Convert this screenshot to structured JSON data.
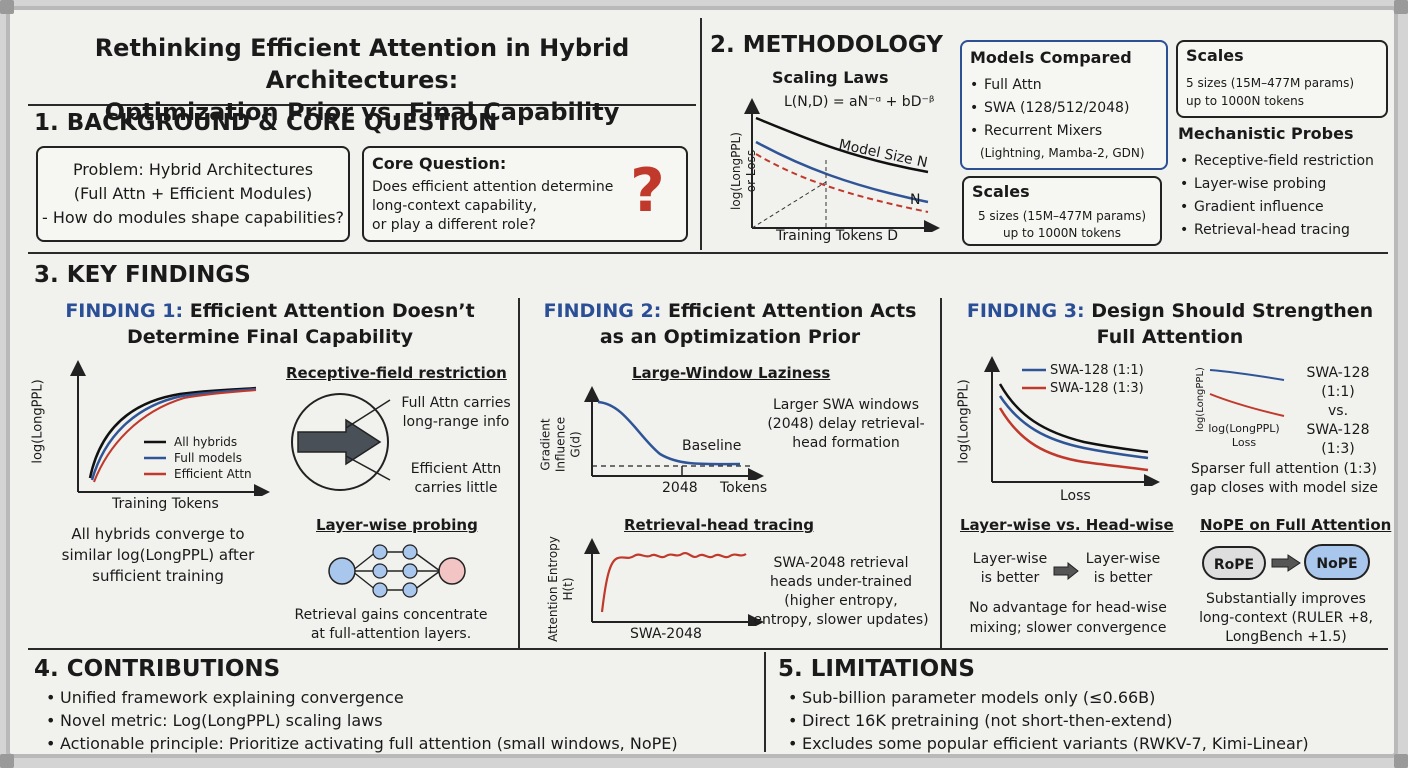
{
  "title": {
    "line1": "Rethinking Efficient Attention in Hybrid Architectures:",
    "line2": "Optimization Prior vs. Final Capability"
  },
  "background": {
    "heading": "1. BACKGROUND & CORE QUESTION",
    "problem": {
      "line1": "Problem: Hybrid Architectures",
      "line2": "(Full Attn + Efficient Modules)",
      "line3": "- How do modules shape capabilities?"
    },
    "core": {
      "title": "Core Question:",
      "line1": "Does efficient attention determine",
      "line2": "long-context capability,",
      "line3": "or play a different role?",
      "mark": "?"
    }
  },
  "methodology": {
    "heading": "2. METHODOLOGY",
    "scaling_title": "Scaling Laws",
    "formula": "L(N,D) = aN⁻ᵅ + bD⁻ᵝ",
    "ylabel_line1": "log(LongPPL)",
    "ylabel_line2": "or Loss",
    "xlabel": "Training Tokens D",
    "curve_label1": "Model Size N",
    "curve_label2": "N",
    "models": {
      "title": "Models Compared",
      "items": [
        "Full Attn",
        "SWA (128/512/2048)",
        "Recurrent Mixers"
      ],
      "sub": "(Lightning, Mamba-2, GDN)"
    },
    "scales_top": {
      "title": "Scales",
      "line1": "5 sizes (15M–477M params)",
      "line2": "up to 1000N tokens"
    },
    "scales_bottom": {
      "title": "Scales",
      "line1": "5 sizes (15M–477M params)",
      "line2": "up to 1000N tokens"
    },
    "probes": {
      "title": "Mechanistic Probes",
      "items": [
        "Receptive-field restriction",
        "Layer-wise probing",
        "Gradient influence",
        "Retrieval-head tracing"
      ]
    }
  },
  "findings": {
    "heading": "3. KEY FINDINGS",
    "f1": {
      "label": "FINDING 1:",
      "title1": "Efficient Attention Doesn’t",
      "title2": "Determine Final Capability",
      "ylabel": "log(LongPPL)",
      "xlabel": "Training Tokens",
      "legend": [
        "All hybrids",
        "Full models",
        "Efficient Attn"
      ],
      "caption": [
        "All hybrids converge to",
        "similar log(LongPPL) after",
        "sufficient training"
      ],
      "rf_title": "Receptive-field restriction",
      "rf_label1": [
        "Full Attn carries",
        "long-range info"
      ],
      "rf_label2": [
        "Efficient Attn",
        "carries little"
      ],
      "lw_title": "Layer-wise probing",
      "lw_caption": [
        "Retrieval gains concentrate",
        "at full-attention layers."
      ]
    },
    "f2": {
      "label": "FINDING 2:",
      "title1": "Efficient Attention Acts",
      "title2": "as an Optimization Prior",
      "g_title": "Large-Window Laziness",
      "g_ylabel1": "Gradient Influence",
      "g_ylabel2": "G(d)",
      "g_baseline": "Baseline",
      "g_tick": "2048",
      "g_xlabel": "Tokens",
      "g_note": [
        "Larger SWA windows",
        "(2048) delay retrieval-",
        "head formation"
      ],
      "r_title": "Retrieval-head tracing",
      "r_ylabel1": "Attention Entropy",
      "r_ylabel2": "H(t)",
      "r_xlabel": "SWA-2048",
      "r_note": [
        "SWA-2048 retrieval",
        "heads under-trained",
        "(higher entropy,",
        "entropy, slower updates)"
      ]
    },
    "f3": {
      "label": "FINDING 3:",
      "title1": "Design Should Strengthen",
      "title2": "Full Attention",
      "legend": [
        "SWA-128 (1:1)",
        "SWA-128 (1:3)"
      ],
      "ylabel": "log(LongPPL)",
      "xlabel": "Loss",
      "mini_ylabel": "log(LongPPL)",
      "mini_xlabel1": "log(LongPPL)",
      "mini_xlabel2": "Loss",
      "compare": [
        "SWA-128",
        "(1:1)",
        "vs.",
        "SWA-128",
        "(1:3)"
      ],
      "gap_note": [
        "Sparser full attention (1:3)",
        "gap closes with model size"
      ],
      "lh_title": "Layer-wise vs. Head-wise",
      "lh_left": [
        "Layer-wise",
        "is better"
      ],
      "lh_right": [
        "Layer-wise",
        "is better"
      ],
      "lh_note": [
        "No advantage for head-wise",
        "mixing; slower convergence"
      ],
      "nope_title": "NoPE on Full Attention",
      "nope_from": "RoPE",
      "nope_to": "NoPE",
      "nope_note": [
        "Substantially improves",
        "long-context (RULER +8,",
        "LongBench +1.5)"
      ]
    }
  },
  "contributions": {
    "heading": "4. CONTRIBUTIONS",
    "items": [
      "Unified framework explaining convergence",
      "Novel metric: Log(LongPPL) scaling laws",
      "Actionable principle: Prioritize activating full attention (small windows, NoPE)"
    ]
  },
  "limitations": {
    "heading": "5. LIMITATIONS",
    "items": [
      "Sub-billion parameter models only (≤0.66B)",
      "Direct 16K pretraining (not short-then-extend)",
      "Excludes some popular efficient variants (RWKV-7, Kimi-Linear)"
    ]
  },
  "colors": {
    "ink": "#1a1a1a",
    "blue": "#2f5597",
    "red": "#c0392b",
    "node_blue": "#a9c6ec",
    "node_red": "#f2c4c4"
  }
}
